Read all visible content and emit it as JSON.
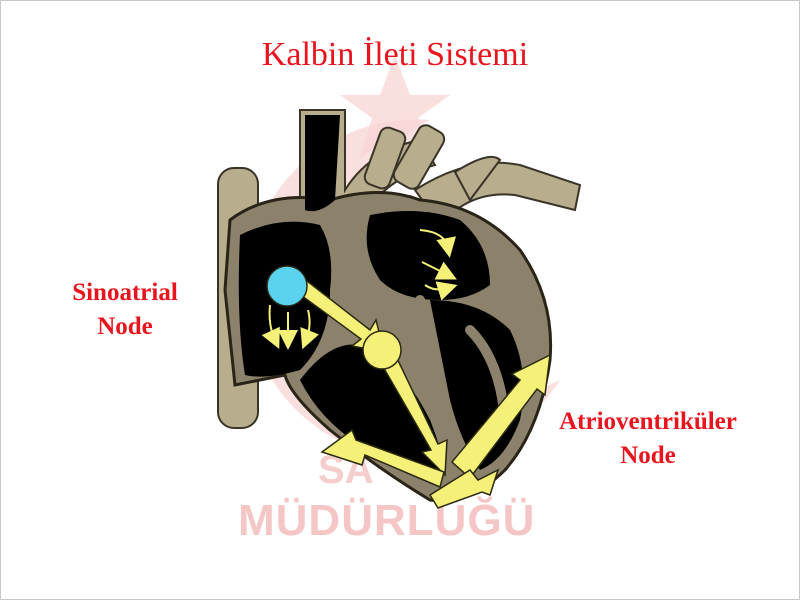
{
  "title": "Kalbin İleti Sistemi",
  "labels": {
    "sinoatrial_line1": "Sinoatrial",
    "sinoatrial_line2": "Node",
    "av_line1": "Atrioventriküler",
    "av_line2": "Node"
  },
  "watermark": {
    "line1": "SA",
    "line2": "MÜDÜRLÜĞÜ"
  },
  "colors": {
    "title": "#e8141e",
    "sa_node": "#5ad2f0",
    "av_node": "#f5f078",
    "conduction": "#f5f078",
    "heart_tissue": "#8c826b",
    "heart_interior": "#000000"
  }
}
